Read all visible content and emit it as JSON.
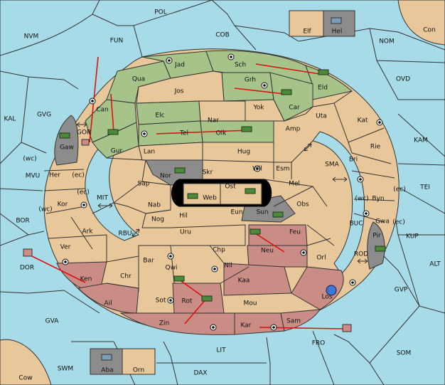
{
  "colors": {
    "sea": "#a8dbe8",
    "neutral": "#e8c79a",
    "green_power": "#a6c48a",
    "red_power": "#c98d86",
    "grey_power": "#8c8c8c",
    "order_arrow": "#d11111"
  },
  "labels": {
    "POL": "POL",
    "COB": "COB",
    "NVM": "NVM",
    "FUN": "FUN",
    "NOM": "NOM",
    "OVD": "OVD",
    "Con": "Con",
    "KAL": "KAL",
    "GVG": "GVG",
    "KAM": "KAM",
    "TEI": "TEI",
    "MVU": "MVU",
    "BOR": "BOR",
    "KUP": "KUP",
    "ALT": "ALT",
    "GVP": "GVP",
    "GVA": "GVA",
    "FRO": "FRO",
    "SOM": "SOM",
    "LIT": "LIT",
    "SWM": "SWM",
    "DAX": "DAX",
    "Cow": "Cow",
    "Elf": "Elf",
    "Hel": "Hel",
    "Aba": "Aba",
    "Orn": "Orn",
    "Jad": "Jad",
    "Sch": "Sch",
    "Qua": "Qua",
    "Jos": "Jos",
    "Grh": "Grh",
    "Eld": "Eld",
    "Can": "Can",
    "Yok": "Yok",
    "Car": "Car",
    "Elc": "Elc",
    "Nar": "Nar",
    "Uta": "Uta",
    "Kat": "Kat",
    "Gur": "Gur",
    "Tel": "Tel",
    "Olk": "Olk",
    "Amp": "Amp",
    "Rie": "Rie",
    "Lan": "Lan",
    "Hug": "Hug",
    "Bri": "Bri",
    "Gaw": "Gaw",
    "GOR": "GOR",
    "Nor": "Nor",
    "Skr": "Skr",
    "Wil": "Wil",
    "Esm": "Esm",
    "SMA": "SMA",
    "Her": "Her",
    "ec1": "(ec)",
    "wc1": "(wc)",
    "Sap": "Sap",
    "Web": "Web",
    "Ost": "Ost",
    "Mel": "Mel",
    "ec2": "(ec)",
    "wc2": "(wc)",
    "Byn": "Byn",
    "ec3": "(ec)",
    "Kor": "Kor",
    "MIT": "MIT",
    "Nab": "Nab",
    "Eun": "Eun",
    "Obs": "Obs",
    "wc3": "(wc)",
    "Gwa": "Gwa",
    "ec4": "(ec)",
    "Hil": "Hil",
    "Sun": "Sun",
    "Nog": "Nog",
    "Ark": "Ark",
    "RBU": "RBU",
    "Uru": "Uru",
    "Feu": "Feu",
    "BUC": "BUC",
    "Pir": "Pir",
    "Ver": "Ver",
    "Chp": "Chp",
    "Neu": "Neu",
    "Orl": "Orl",
    "DOR": "DOR",
    "Bar": "Bar",
    "Qwi": "Qwi",
    "Nil": "Nil",
    "ROD": "ROD",
    "Ken": "Ken",
    "Chr": "Chr",
    "Kaa": "Kaa",
    "Los": "Los",
    "Ail": "Ail",
    "Sot": "Sot",
    "Rot": "Rot",
    "Mou": "Mou",
    "Zin": "Zin",
    "Kar": "Kar",
    "Sam": "Sam"
  }
}
